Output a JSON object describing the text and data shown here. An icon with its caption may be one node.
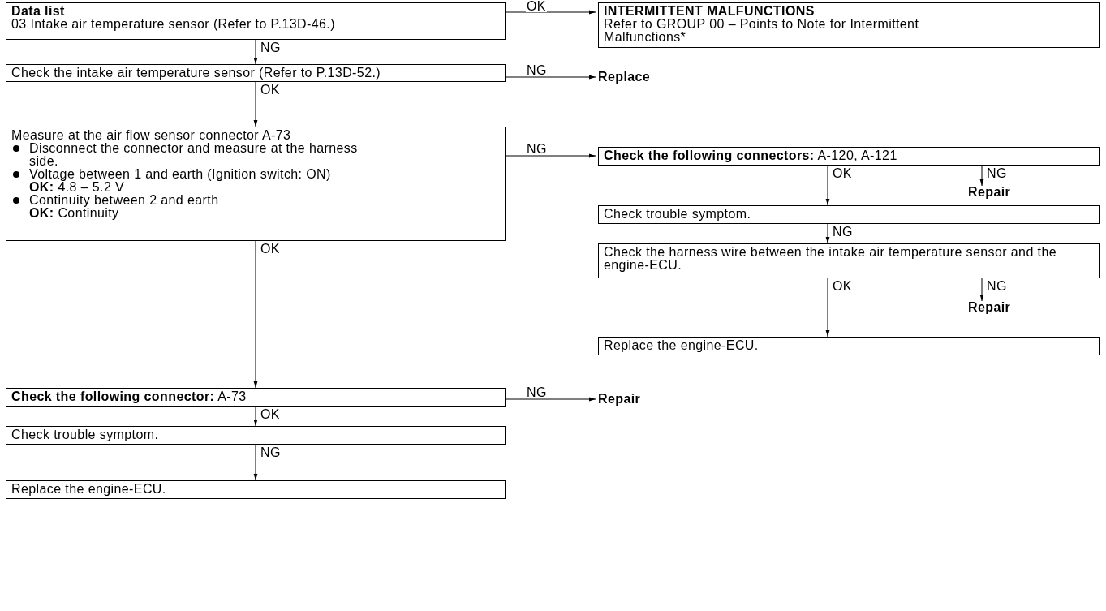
{
  "diagram": {
    "nodes": [
      {
        "text": [
          "Data list",
          "03 Intake air temperature sensor (Refer to P.13D-46.)"
        ]
      },
      {
        "text": [
          "INTERMITTENT MALFUNCTIONS",
          "Refer to GROUP 00 – Points to Note for Intermittent Malfunctions*"
        ]
      },
      {
        "text": [
          "Check the intake air temperature sensor (Refer to P.13D-52.)"
        ]
      },
      {
        "text": [
          "Replace"
        ]
      },
      {
        "text": [
          "Measure at the air flow sensor connector A-73",
          "Disconnect the connector and measure at the harness side.",
          "Voltage between 1 and earth (Ignition switch: ON)",
          "**OK:** 4.8 – 5.2 V",
          "Continuity between 2 and earth",
          "**OK:** Continuity"
        ]
      },
      {
        "text": [
          "**Check the following connectors:** A-120, A-121"
        ]
      },
      {
        "text": [
          "Repair"
        ]
      },
      {
        "text": [
          "Check trouble symptom."
        ]
      },
      {
        "text": [
          "Check the harness wire between the intake air temperature sensor and the engine-ECU."
        ]
      },
      {
        "text": [
          "Repair"
        ]
      },
      {
        "text": [
          "Replace the engine-ECU."
        ]
      },
      {
        "text": [
          "**Check the following connector:** A-73"
        ]
      },
      {
        "text": [
          "Repair"
        ]
      },
      {
        "text": [
          "Check trouble symptom."
        ]
      },
      {
        "text": [
          "Replace the engine-ECU."
        ]
      }
    ],
    "edges": [
      {
        "from": 0,
        "to": 1,
        "arrow": "to",
        "label": "OK"
      },
      {
        "from": 0,
        "to": 2,
        "arrow": "to",
        "label": "NG"
      },
      {
        "from": 2,
        "to": 3,
        "arrow": "to",
        "label": "NG"
      },
      {
        "from": 2,
        "to": 4,
        "arrow": "to",
        "label": "OK"
      },
      {
        "from": 4,
        "to": 5,
        "arrow": "to",
        "label": "NG"
      },
      {
        "from": 5,
        "to": 7,
        "arrow": "to",
        "label": "OK"
      },
      {
        "from": 5,
        "to": 6,
        "arrow": "to",
        "label": "NG"
      },
      {
        "from": 7,
        "to": 8,
        "arrow": "to",
        "label": "NG"
      },
      {
        "from": 8,
        "to": 10,
        "arrow": "to",
        "label": "OK"
      },
      {
        "from": 8,
        "to": 9,
        "arrow": "to",
        "label": "NG"
      },
      {
        "from": 4,
        "to": 11,
        "arrow": "to",
        "label": "OK"
      },
      {
        "from": 11,
        "to": 12,
        "arrow": "to",
        "label": "NG"
      },
      {
        "from": 11,
        "to": 13,
        "arrow": "to",
        "label": "OK"
      },
      {
        "from": 13,
        "to": 14,
        "arrow": "to",
        "label": "NG"
      }
    ]
  }
}
